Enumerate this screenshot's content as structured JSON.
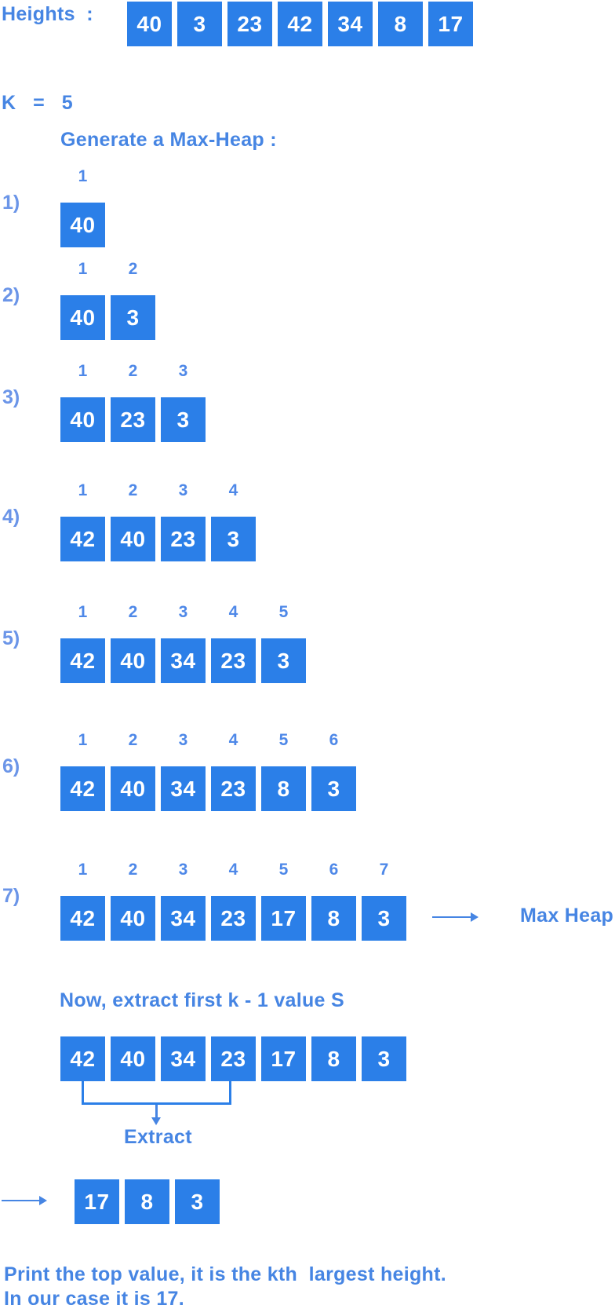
{
  "colors": {
    "box_fill": "#2b7fe8",
    "heading_text": "#4685e3",
    "index_text": "#4e88e8",
    "step_label_text": "#6b95e8",
    "arrow": "#4685e3",
    "box_text": "#ffffff"
  },
  "header": {
    "label": "Heights  :",
    "values": [
      "40",
      "3",
      "23",
      "42",
      "34",
      "8",
      "17"
    ]
  },
  "k_line": "K   =   5",
  "generate_heading": "Generate a Max-Heap :",
  "steps": [
    {
      "label": "1)",
      "indices": [
        "1"
      ],
      "values": [
        "40"
      ]
    },
    {
      "label": "2)",
      "indices": [
        "1",
        "2"
      ],
      "values": [
        "40",
        "3"
      ]
    },
    {
      "label": "3)",
      "indices": [
        "1",
        "2",
        "3"
      ],
      "values": [
        "40",
        "23",
        "3"
      ]
    },
    {
      "label": "4)",
      "indices": [
        "1",
        "2",
        "3",
        "4"
      ],
      "values": [
        "42",
        "40",
        "23",
        "3"
      ]
    },
    {
      "label": "5)",
      "indices": [
        "1",
        "2",
        "3",
        "4",
        "5"
      ],
      "values": [
        "42",
        "40",
        "34",
        "23",
        "3"
      ]
    },
    {
      "label": "6)",
      "indices": [
        "1",
        "2",
        "3",
        "4",
        "5",
        "6"
      ],
      "values": [
        "42",
        "40",
        "34",
        "23",
        "8",
        "3"
      ]
    },
    {
      "label": "7)",
      "indices": [
        "1",
        "2",
        "3",
        "4",
        "5",
        "6",
        "7"
      ],
      "values": [
        "42",
        "40",
        "34",
        "23",
        "17",
        "8",
        "3"
      ]
    }
  ],
  "max_heap_label": "Max Heap",
  "extract_section": {
    "heading": "Now, extract first k - 1 value S",
    "values": [
      "42",
      "40",
      "34",
      "23",
      "17",
      "8",
      "3"
    ],
    "extract_label": "Extract",
    "result_values": [
      "17",
      "8",
      "3"
    ]
  },
  "footer": {
    "line1": "Print the top value, it is the kth  largest height.",
    "line2": "In our case it is 17."
  }
}
